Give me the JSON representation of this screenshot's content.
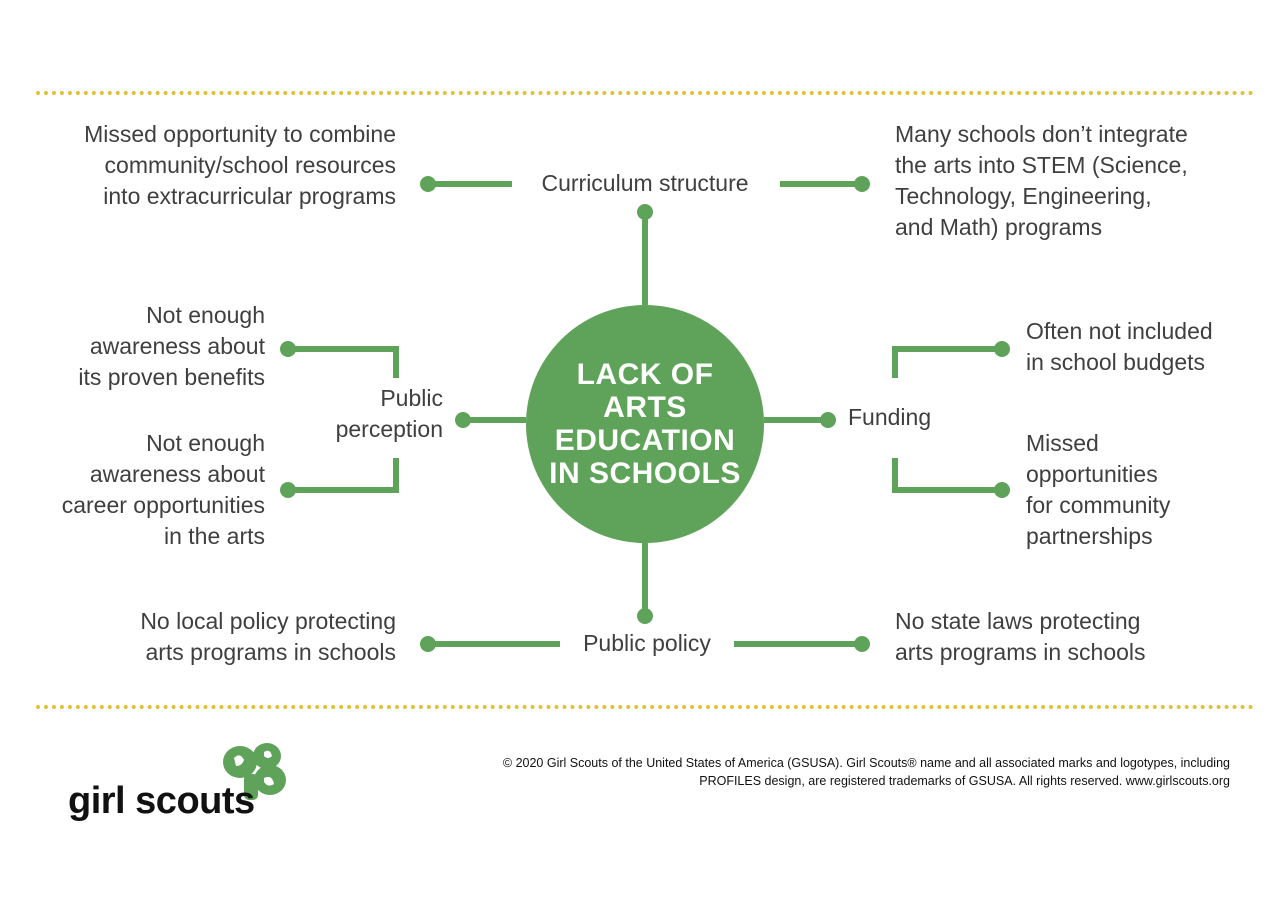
{
  "center": {
    "title": "LACK OF\nARTS\nEDUCATION\nIN SCHOOLS"
  },
  "branches": {
    "curriculum": {
      "label": "Curriculum structure",
      "left": "Missed opportunity to combine\ncommunity/school resources\ninto extracurricular programs",
      "right": "Many schools don’t integrate\nthe arts into STEM (Science,\nTechnology, Engineering,\nand Math) programs"
    },
    "perception": {
      "label": "Public\nperception",
      "top": "Not enough\nawareness about\nits proven benefits",
      "bottom": "Not enough\nawareness about\ncareer opportunities\nin the arts"
    },
    "funding": {
      "label": "Funding",
      "top": "Often not included\nin school budgets",
      "bottom": "Missed\nopportunities\nfor community\npartnerships"
    },
    "policy": {
      "label": "Public policy",
      "left": "No local policy protecting\narts programs in schools",
      "right": "No state laws protecting\narts programs in schools"
    }
  },
  "footer": {
    "copyright": "© 2020 Girl Scouts of the United States of America (GSUSA). Girl Scouts® name and all associated marks and logotypes, including PROFILES design, are registered trademarks of GSUSA. All rights reserved. www.girlscouts.org",
    "logo_text": "girl scouts"
  },
  "colors": {
    "accent_green": "#5fa35a",
    "dotted_rule": "#e2c232",
    "text": "#3f3f3f"
  }
}
